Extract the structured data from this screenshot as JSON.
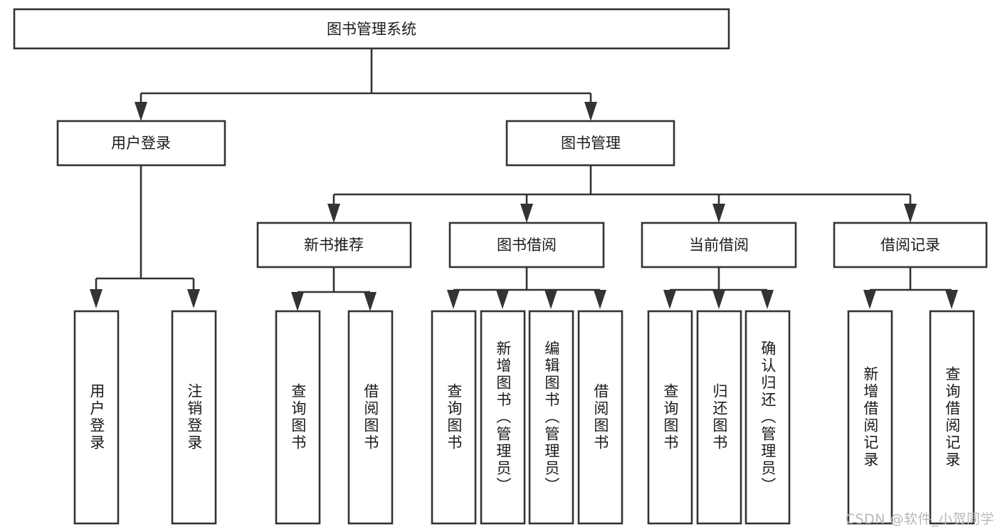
{
  "diagram": {
    "type": "tree-hierarchy",
    "orientation": "top-down",
    "root": {
      "label": "图书管理系统"
    },
    "level1": [
      {
        "label": "用户登录"
      },
      {
        "label": "图书管理"
      }
    ],
    "level2": [
      {
        "label": "新书推荐"
      },
      {
        "label": "图书借阅"
      },
      {
        "label": "当前借阅"
      },
      {
        "label": "借阅记录"
      }
    ],
    "leaves": {
      "user_login": [
        {
          "label": "用户登录"
        },
        {
          "label": "注销登录"
        }
      ],
      "new_book_recommend": [
        {
          "label": "查询图书"
        },
        {
          "label": "借阅图书"
        }
      ],
      "book_borrow": [
        {
          "label": "查询图书"
        },
        {
          "label": "新增图书（管理员）"
        },
        {
          "label": "编辑图书（管理员）"
        },
        {
          "label": "借阅图书"
        }
      ],
      "current_borrow": [
        {
          "label": "查询图书"
        },
        {
          "label": "归还图书"
        },
        {
          "label": "确认归还（管理员）"
        }
      ],
      "borrow_record": [
        {
          "label": "新增借阅记录"
        },
        {
          "label": "查询借阅记录"
        }
      ]
    }
  },
  "watermark": {
    "text": "CSDN @软件_小贺同学"
  },
  "colors": {
    "background": "#ffffff",
    "box_fill": "#ffffff",
    "box_stroke": "#333333",
    "text": "#1a1a1a",
    "watermark": "#b8b8b8"
  }
}
